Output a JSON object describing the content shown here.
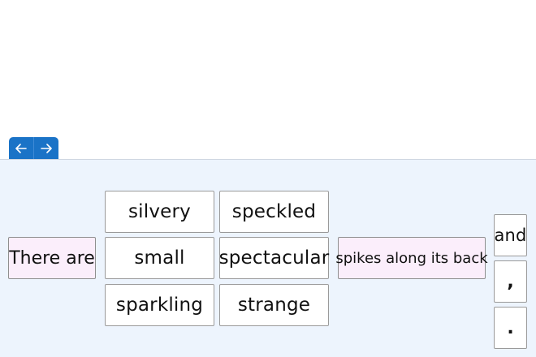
{
  "colors": {
    "nav_bg": "#1a73c7",
    "workspace_bg": "#edf4fd",
    "fixed_card_bg": "#fbeefb",
    "option_card_bg": "#ffffff"
  },
  "nav": {
    "back_icon": "arrow-left-icon",
    "forward_icon": "arrow-right-icon"
  },
  "sentence": {
    "start": "There are",
    "end": "spikes along its back"
  },
  "adjectives": [
    "silvery",
    "speckled",
    "small",
    "spectacular",
    "sparkling",
    "strange"
  ],
  "connectors": [
    "and",
    ",",
    "."
  ]
}
